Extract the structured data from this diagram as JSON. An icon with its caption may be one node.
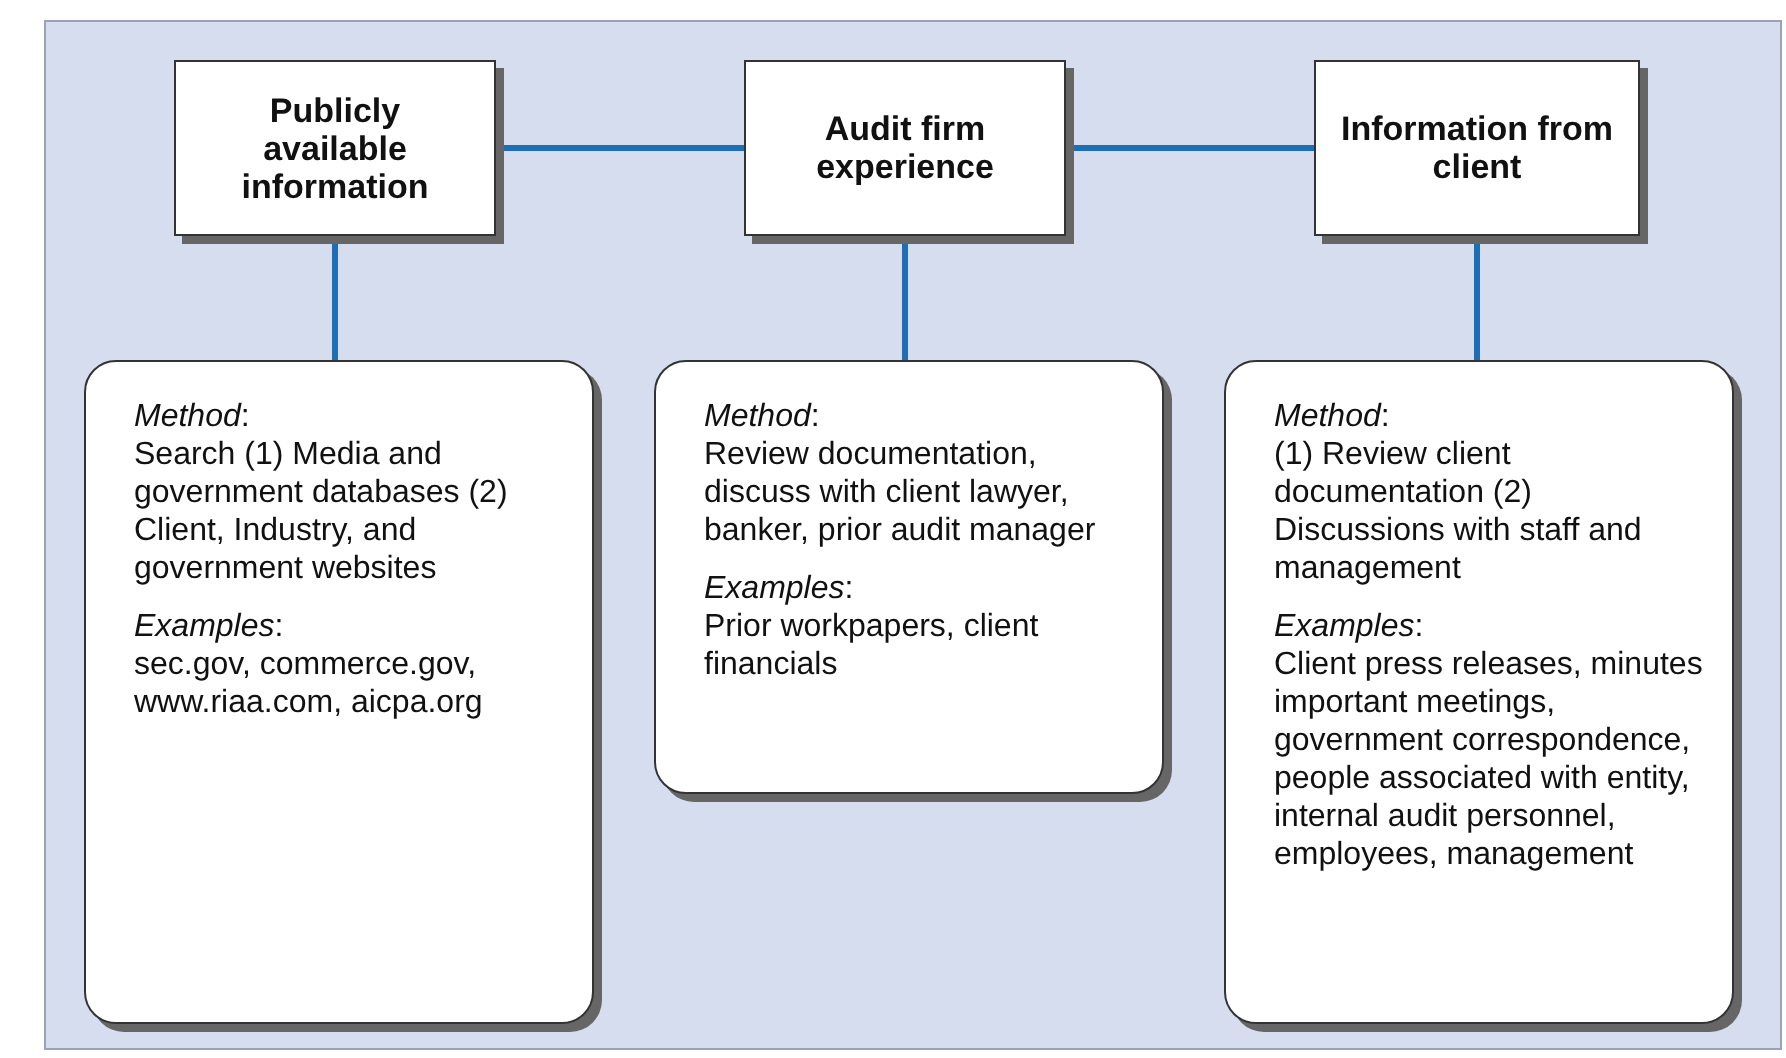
{
  "diagram": {
    "nodes": [
      {
        "text": [
          "Publicly available information"
        ]
      },
      {
        "text": [
          "Audit firm experience"
        ]
      },
      {
        "text": [
          "Information from client"
        ]
      },
      {
        "text": [
          "*Method*:",
          "Search (1) Media and government databases (2) Client, Industry, and government websites",
          "*Examples*:",
          "sec.gov, commerce.gov, www.riaa.com, aicpa.org"
        ]
      },
      {
        "text": [
          "*Method*:",
          "Review documentation, discuss with client lawyer, banker, prior audit manager",
          "*Examples*:",
          "Prior workpapers, client financials"
        ]
      },
      {
        "text": [
          "*Method*:",
          "(1) Review client documentation (2) Discussions with staff and management",
          "*Examples*:",
          "Client press releases, minutes important meetings, government correspondence, people associated with entity, internal audit personnel, employees, management"
        ]
      }
    ],
    "edges": [
      {
        "from": 0,
        "to": 1,
        "arrow": "none"
      },
      {
        "from": 1,
        "to": 2,
        "arrow": "none"
      },
      {
        "from": 0,
        "to": 3,
        "arrow": "none"
      },
      {
        "from": 1,
        "to": 4,
        "arrow": "none"
      },
      {
        "from": 2,
        "to": 5,
        "arrow": "none"
      }
    ]
  }
}
